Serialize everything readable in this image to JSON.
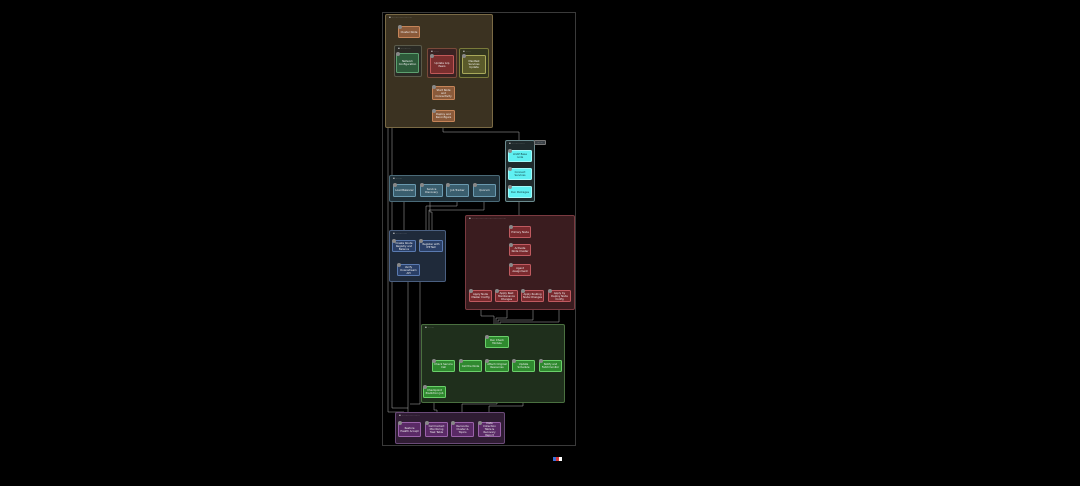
{
  "colors": {
    "orange_group_bg": "#3b3221",
    "orange_group_border": "#7a6a45",
    "teal_group_bg": "#1f2f37",
    "red_group_bg": "#3a1c1f",
    "green_group_bg": "#1f2f1c",
    "purple_group_bg": "#2f1c33",
    "cyan_node": "#5ff0f2"
  },
  "groups": {
    "top": {
      "label": "▪ ·························"
    },
    "sub_a": {
      "label": "▪ ············"
    },
    "sub_b": {
      "label": "▪ ······"
    },
    "sub_c": {
      "label": "▪ ······"
    },
    "cyan": {
      "label": "▪ ················",
      "button": "········"
    },
    "teal": {
      "label": "▪ ········"
    },
    "blue": {
      "label": "▪ ··············"
    },
    "red": {
      "label": "▪ ··········································"
    },
    "green": {
      "label": "▪ ········"
    },
    "purple": {
      "label": "▪ ······················"
    }
  },
  "nodes": {
    "start": "Cluster Node",
    "a1": "Network Configuration",
    "a2": "Update Grp Peers",
    "a3": "Manifest Services Update",
    "merge": "Start Node and Connectivity",
    "deploy": "Deploy and Reconfigure",
    "c1": "LDAP Base node",
    "c2": "Connect Services",
    "c3": "Run Packages",
    "t1": "Load Balancer",
    "t2": "Service Discovery",
    "t3": "Job Tracker",
    "t4": "Quorum",
    "b1": "Create Route Registry and Balance",
    "b2": "Register with IPP Net",
    "b3": "Verify Downstream API",
    "r1": "Primary Node",
    "r2": "Activate Node Cluster",
    "r3": "Agent Assignment",
    "r4": "Apply Node Master Config",
    "r5": "Apply Rest Maintenance Changes",
    "r6": "Apply Routing Node Changes",
    "r7": "Apply by Deploy Node Config",
    "g1": "Run Check Module",
    "g2": "Check Service Call",
    "g3": "Call the Node",
    "g4": "Attach Original Resources",
    "g5": "Update Schedule",
    "g6": "Notify and Fetchmonitor",
    "g7": "Checkpoint Prediction Job",
    "p1": "Restore Health Accept",
    "p2": "Call Contact Monitoring Task Table",
    "p3": "Reconcile Cluster & Topics",
    "p4": "Data Collection Table & Recovery Report"
  }
}
